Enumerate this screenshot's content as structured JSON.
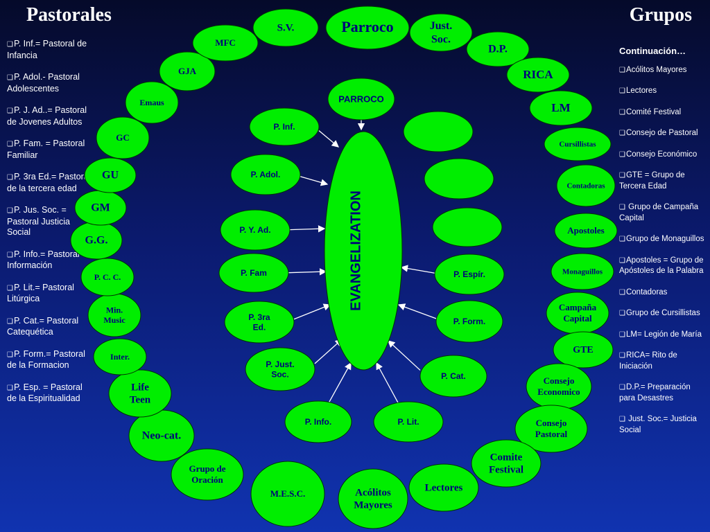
{
  "titles": {
    "left": "Pastorales",
    "right": "Grupos"
  },
  "left_list": [
    "P. Inf.= Pastoral de Infancia",
    "P. Adol.- Pastoral Adolescentes",
    "P. J. Ad..= Pastoral de Jovenes Adultos",
    "P. Fam. = Pastoral Familiar",
    "P. 3ra Ed.= Pastoral de la tercera edad",
    "P. Jus. Soc. = Pastoral Justicia Social",
    "P. Info.= Pastoral Información",
    "P. Lit.= Pastoral Litúrgica",
    "P. Cat.= Pastoral Catequética",
    "P. Form.= Pastoral de la Formacion",
    "P. Esp. = Pastoral de la Espiritualidad"
  ],
  "right_list_heading": "Continuación…",
  "right_list": [
    "Acólitos Mayores",
    "Lectores",
    "Comité Festival",
    "Consejo de Pastoral",
    "Consejo Económico",
    "GTE = Grupo de Tercera Edad",
    " Grupo de Campaña Capital",
    "Grupo de Monaguillos",
    "Apostoles = Grupo de Apóstoles de la Palabra",
    "Contadoras",
    "Grupo de Cursillistas",
    "LM= Legión de María",
    "RICA= Rito de Iniciación",
    "D.P.= Preparación para Desastres",
    " Just. Soc.= Justicia Social"
  ],
  "center": {
    "label": "EVANGELIZATION",
    "top_label": "PARROCO"
  },
  "pastoral_nodes": [
    {
      "id": "p-inf",
      "lines": [
        "P. Inf."
      ]
    },
    {
      "id": "p-adol",
      "lines": [
        "P. Adol."
      ]
    },
    {
      "id": "p-y-ad",
      "lines": [
        "P. Y. Ad."
      ]
    },
    {
      "id": "p-fam",
      "lines": [
        "P. Fam"
      ]
    },
    {
      "id": "p-3ra-ed",
      "lines": [
        "P. 3ra",
        "Ed."
      ]
    },
    {
      "id": "p-just-soc",
      "lines": [
        "P. Just.",
        "Soc."
      ]
    },
    {
      "id": "p-info",
      "lines": [
        "P. Info."
      ]
    },
    {
      "id": "p-lit",
      "lines": [
        "P. Lit."
      ]
    },
    {
      "id": "p-cat",
      "lines": [
        "P. Cat."
      ]
    },
    {
      "id": "p-form",
      "lines": [
        "P. Form."
      ]
    },
    {
      "id": "p-espir",
      "lines": [
        "P. Espír."
      ]
    },
    {
      "id": "blank-1",
      "lines": []
    },
    {
      "id": "blank-2",
      "lines": []
    },
    {
      "id": "blank-3",
      "lines": []
    }
  ],
  "ring_nodes": [
    {
      "id": "parroco",
      "lines": [
        "Parroco"
      ]
    },
    {
      "id": "just-soc",
      "lines": [
        "Just.",
        "Soc."
      ]
    },
    {
      "id": "dp",
      "lines": [
        "D.P."
      ]
    },
    {
      "id": "rica",
      "lines": [
        "RICA"
      ]
    },
    {
      "id": "lm",
      "lines": [
        "LM"
      ]
    },
    {
      "id": "cursillistas",
      "lines": [
        "Cursillistas"
      ]
    },
    {
      "id": "contadoras",
      "lines": [
        "Contadoras"
      ]
    },
    {
      "id": "apostoles",
      "lines": [
        "Apostoles"
      ]
    },
    {
      "id": "monaguillos",
      "lines": [
        "Monaguillos"
      ]
    },
    {
      "id": "campana-capital",
      "lines": [
        "Campaña",
        "Capital"
      ]
    },
    {
      "id": "gte",
      "lines": [
        "GTE"
      ]
    },
    {
      "id": "consejo-economico",
      "lines": [
        "Consejo",
        "Economico"
      ]
    },
    {
      "id": "consejo-pastoral",
      "lines": [
        "Consejo",
        "Pastoral"
      ]
    },
    {
      "id": "comite-festival",
      "lines": [
        "Comite",
        "Festival"
      ]
    },
    {
      "id": "lectores",
      "lines": [
        "Lectores"
      ]
    },
    {
      "id": "acolitos-mayores",
      "lines": [
        "Acólitos",
        "Mayores"
      ]
    },
    {
      "id": "mesc",
      "lines": [
        "M.E.S.C."
      ]
    },
    {
      "id": "grupo-de-oracion",
      "lines": [
        "Grupo de",
        "Oración"
      ]
    },
    {
      "id": "neo-cat",
      "lines": [
        "Neo-cat."
      ]
    },
    {
      "id": "life-teen",
      "lines": [
        "Life",
        "Teen"
      ]
    },
    {
      "id": "inter",
      "lines": [
        "Inter."
      ]
    },
    {
      "id": "min-music",
      "lines": [
        "Min.",
        "Music"
      ]
    },
    {
      "id": "pcc",
      "lines": [
        "P. C. C."
      ]
    },
    {
      "id": "gg",
      "lines": [
        "G.G."
      ]
    },
    {
      "id": "gm",
      "lines": [
        "GM"
      ]
    },
    {
      "id": "gu",
      "lines": [
        "GU"
      ]
    },
    {
      "id": "gc",
      "lines": [
        "GC"
      ]
    },
    {
      "id": "emaus",
      "lines": [
        "Emaus"
      ]
    },
    {
      "id": "gja",
      "lines": [
        "GJA"
      ]
    },
    {
      "id": "mfc",
      "lines": [
        "MFC"
      ]
    },
    {
      "id": "sv",
      "lines": [
        "S.V."
      ]
    }
  ]
}
